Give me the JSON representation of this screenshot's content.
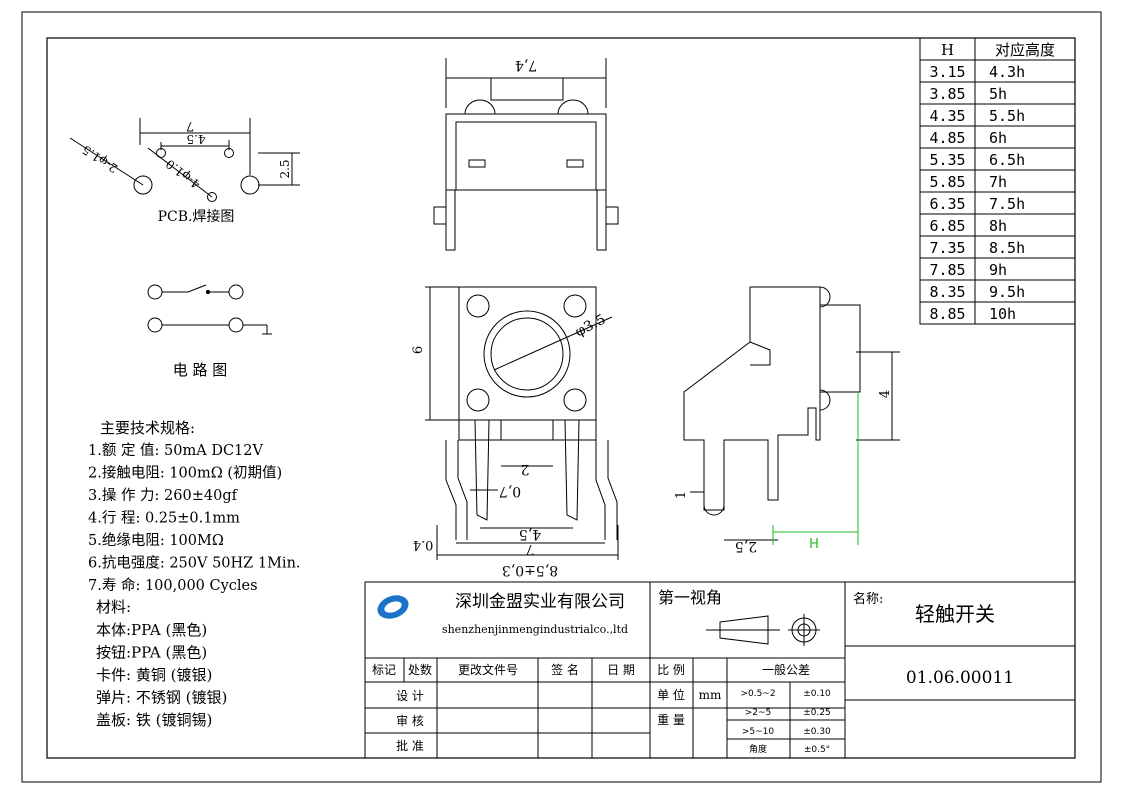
{
  "height_table": {
    "header": [
      "H",
      "对应高度"
    ],
    "rows": [
      [
        "3.15",
        "4.3h"
      ],
      [
        "3.85",
        "5h"
      ],
      [
        "4.35",
        "5.5h"
      ],
      [
        "4.85",
        "6h"
      ],
      [
        "5.35",
        "6.5h"
      ],
      [
        "5.85",
        "7h"
      ],
      [
        "6.35",
        "7.5h"
      ],
      [
        "6.85",
        "8h"
      ],
      [
        "7.35",
        "8.5h"
      ],
      [
        "7.85",
        "9h"
      ],
      [
        "8.35",
        "9.5h"
      ],
      [
        "8.85",
        "10h"
      ]
    ]
  },
  "pcb": {
    "label": "PCB.焊接图",
    "dim_7": "7",
    "dim_45": "4.5",
    "dim_25": "2.5",
    "hole_big": "2-φ1.5",
    "hole_small": "4-φ1.0"
  },
  "circuit": {
    "label": "电 路 图"
  },
  "specs": {
    "title": "主要技术规格:",
    "items": [
      "1.额 定 值: 50mA DC12V",
      "2.接触电阻: 100mΩ (初期值)",
      "3.操 作 力: 260±40gf",
      "4.行    程: 0.25±0.1mm",
      "5.绝缘电阻: 100MΩ",
      "6.抗电强度: 250V 50HZ 1Min.",
      "7.寿    命: 100,000 Cycles"
    ]
  },
  "materials": {
    "title": "材料:",
    "items": [
      "本体:PPA (黑色)",
      "按钮:PPA (黑色)",
      "卡件: 黄铜 (镀银)",
      "弹片: 不锈钢 (镀银)",
      "盖板: 铁 (镀铜锡)"
    ]
  },
  "dims": {
    "top_width": "7,4",
    "front_height": "6",
    "front_diameter": "φ3.5",
    "front_2": "2",
    "front_07": "0,7",
    "front_45": "4,5",
    "front_7": "7",
    "front_04": "0.4",
    "front_85": "8,5±0,3",
    "side_4": "4",
    "side_1": "1",
    "side_25": "2,5",
    "side_H": "H"
  },
  "title_block": {
    "company_cn": "深圳金盟实业有限公司",
    "company_en": "shenzhenjinmengindustrialco.,ltd",
    "view_label": "第一视角",
    "name_label": "名称:",
    "product_name": "轻触开关",
    "part_number": "01.06.00011",
    "rev_headers": [
      "标记",
      "处数",
      "更改文件号",
      "签 名",
      "日 期"
    ],
    "roles": [
      "设  计",
      "审  核",
      "批  准"
    ],
    "ratio_label": "比 例",
    "unit_label": "单 位",
    "unit_value": "mm",
    "weight_label": "重 量",
    "tolerance_title": "一般公差",
    "tolerances": [
      [
        ">0.5~2",
        "±0.10"
      ],
      [
        ">2~5",
        "±0.25"
      ],
      [
        ">5~10",
        "±0.30"
      ],
      [
        "角度",
        "±0.5°"
      ]
    ]
  },
  "colors": {
    "line": "#000000",
    "dim_green": "#22bb22",
    "logo_blue": "#1a73c8"
  }
}
